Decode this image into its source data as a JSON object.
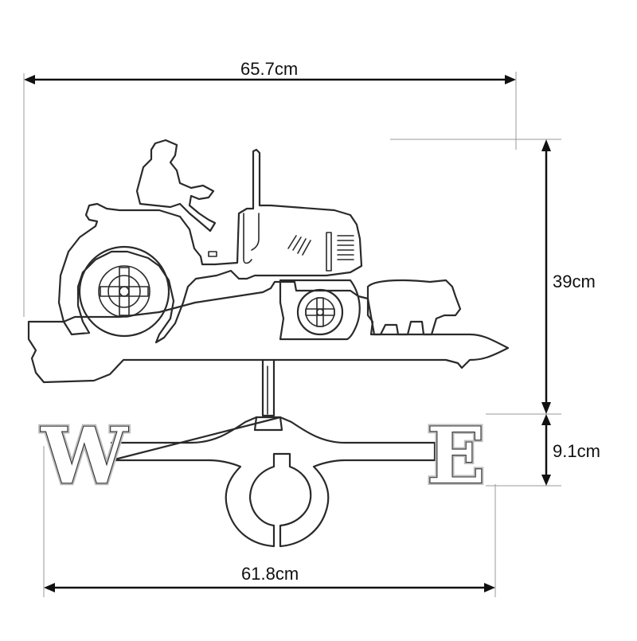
{
  "dimensions": {
    "total_width": "65.7cm",
    "main_height": "39cm",
    "letter_height": "9.1cm",
    "base_width": "61.8cm"
  },
  "compass": {
    "west": "W",
    "east": "E"
  },
  "colors": {
    "ink": "#2a2a2a",
    "guide": "#9a9a9a",
    "background": "#ffffff"
  }
}
